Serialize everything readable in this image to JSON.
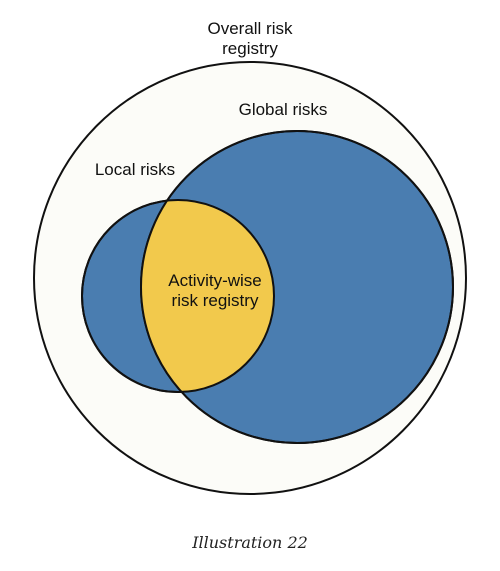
{
  "diagram": {
    "outer_label_line1": "Overall risk",
    "outer_label_line2": "registry",
    "global_label": "Global risks",
    "local_label": "Local risks",
    "intersection_label_line1": "Activity-wise",
    "intersection_label_line2": "risk registry"
  },
  "caption": "Illustration 22",
  "colors": {
    "outer_fill": "#fcfcf8",
    "circle_fill": "#4a7db0",
    "intersection_fill": "#f2c94c",
    "stroke": "#111111"
  }
}
